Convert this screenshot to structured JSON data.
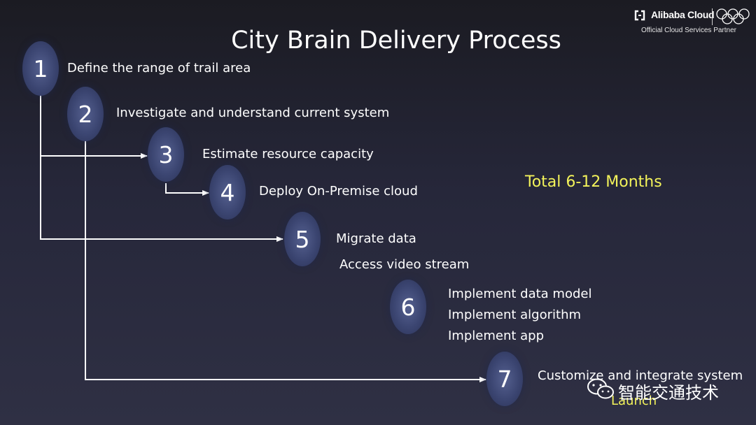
{
  "title": "City Brain Delivery Process",
  "logo": {
    "brand": "Alibaba Cloud",
    "partner": "Official Cloud Services Partner",
    "icon": "olympic-rings-icon"
  },
  "total": "Total 6-12 Months",
  "steps": [
    {
      "number": "1",
      "labels": [
        "Define the range of trail area"
      ]
    },
    {
      "number": "2",
      "labels": [
        "Investigate and understand current system"
      ]
    },
    {
      "number": "3",
      "labels": [
        "Estimate resource capacity"
      ]
    },
    {
      "number": "4",
      "labels": [
        "Deploy On-Premise cloud"
      ]
    },
    {
      "number": "5",
      "labels": [
        "Migrate data",
        "Access video stream"
      ]
    },
    {
      "number": "6",
      "labels": [
        "Implement data model",
        "Implement algorithm",
        "Implement app"
      ]
    },
    {
      "number": "7",
      "labels": [
        "Customize and integrate system",
        "Launch"
      ]
    }
  ],
  "watermark": {
    "text": "智能交通技术",
    "icon": "wechat-icon"
  }
}
